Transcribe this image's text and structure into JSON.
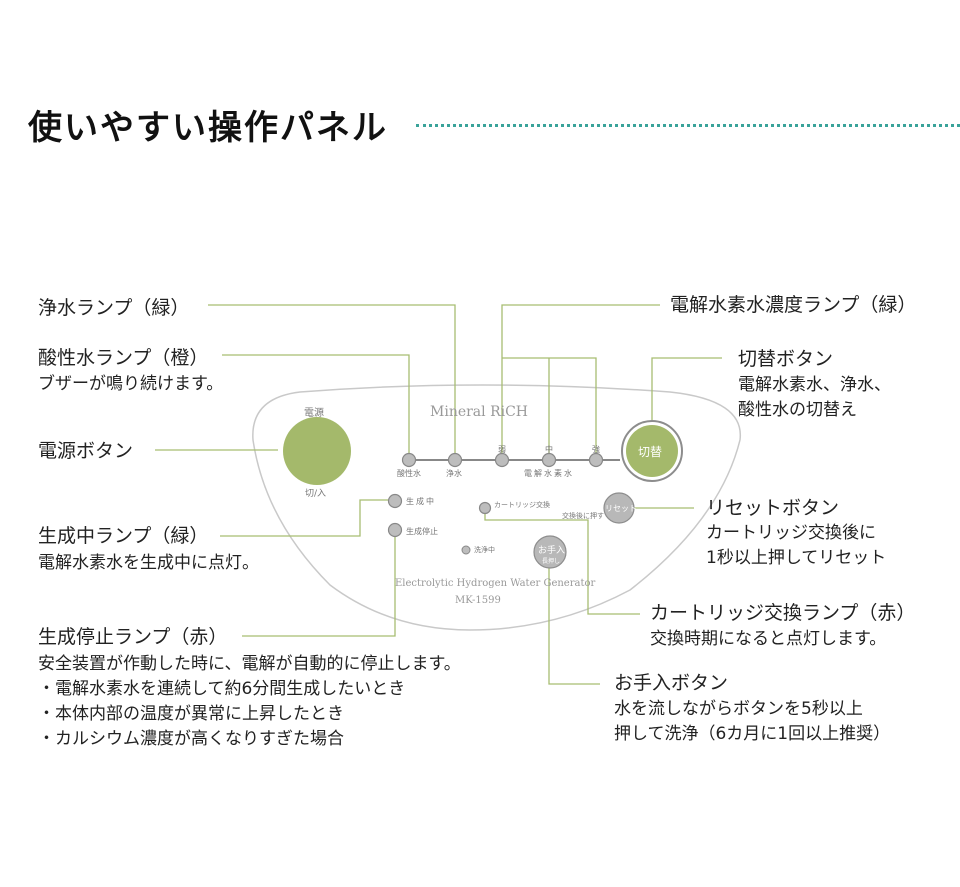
{
  "title": "使いやすい操作パネル",
  "colors": {
    "accent_line": "#a7bd72",
    "power_button": "#a4b96b",
    "switch_button_inner": "#a4b96b",
    "lamp_gray": "#bdbdbd",
    "panel_outline": "#c9c9c9",
    "title_dots": "#3aa39a"
  },
  "callouts": {
    "jousui_lamp": {
      "title": "浄水ランプ（緑）"
    },
    "sansei_lamp": {
      "title": "酸性水ランプ（橙）",
      "desc": "ブザーが鳴り続けます。"
    },
    "power_button": {
      "title": "電源ボタン"
    },
    "seisei_lamp": {
      "title": "生成中ランプ（緑）",
      "desc": "電解水素水を生成中に点灯。"
    },
    "stop_lamp": {
      "title": "生成停止ランプ（赤）",
      "desc": "安全装置が作動した時に、電解が自動的に停止します。",
      "bullets": [
        "・電解水素水を連続して約6分間生成したいとき",
        "・本体内部の温度が異常に上昇したとき",
        "・カルシウム濃度が高くなりすぎた場合"
      ]
    },
    "density_lamp": {
      "title": "電解水素水濃度ランプ（緑）"
    },
    "switch_button": {
      "title": "切替ボタン",
      "desc1": "電解水素水、浄水、",
      "desc2": "酸性水の切替え"
    },
    "reset_button": {
      "title": "リセットボタン",
      "desc1": "カートリッジ交換後に",
      "desc2": "1秒以上押してリセット"
    },
    "cartridge_lamp": {
      "title": "カートリッジ交換ランプ（赤）",
      "desc": "交換時期になると点灯します。"
    },
    "clean_button": {
      "title": "お手入ボタン",
      "desc1": "水を流しながらボタンを5秒以上",
      "desc2": "押して洗浄（6カ月に1回以上推奨）"
    }
  },
  "panel": {
    "brand": "Mineral RiCH",
    "subtitle": "Electrolytic Hydrogen Water Generator",
    "model": "MK-1599",
    "power_label": "電源",
    "power_switch_label": "切/入",
    "lamp_sansei": "酸性水",
    "lamp_jousui": "浄水",
    "lamp_weak": "弱",
    "lamp_mid": "中",
    "lamp_strong": "強",
    "lamp_denkai": "電解水素水",
    "switch_label": "切替",
    "seisei_label": "生成中",
    "stop_label": "生成停止",
    "cartridge_label": "カートリッジ交換",
    "reset_hint": "交換後に押す",
    "reset_label": "リセット",
    "clean_lamp_label": "洗浄中",
    "clean_label": "お手入",
    "clean_sub": "長押し"
  }
}
